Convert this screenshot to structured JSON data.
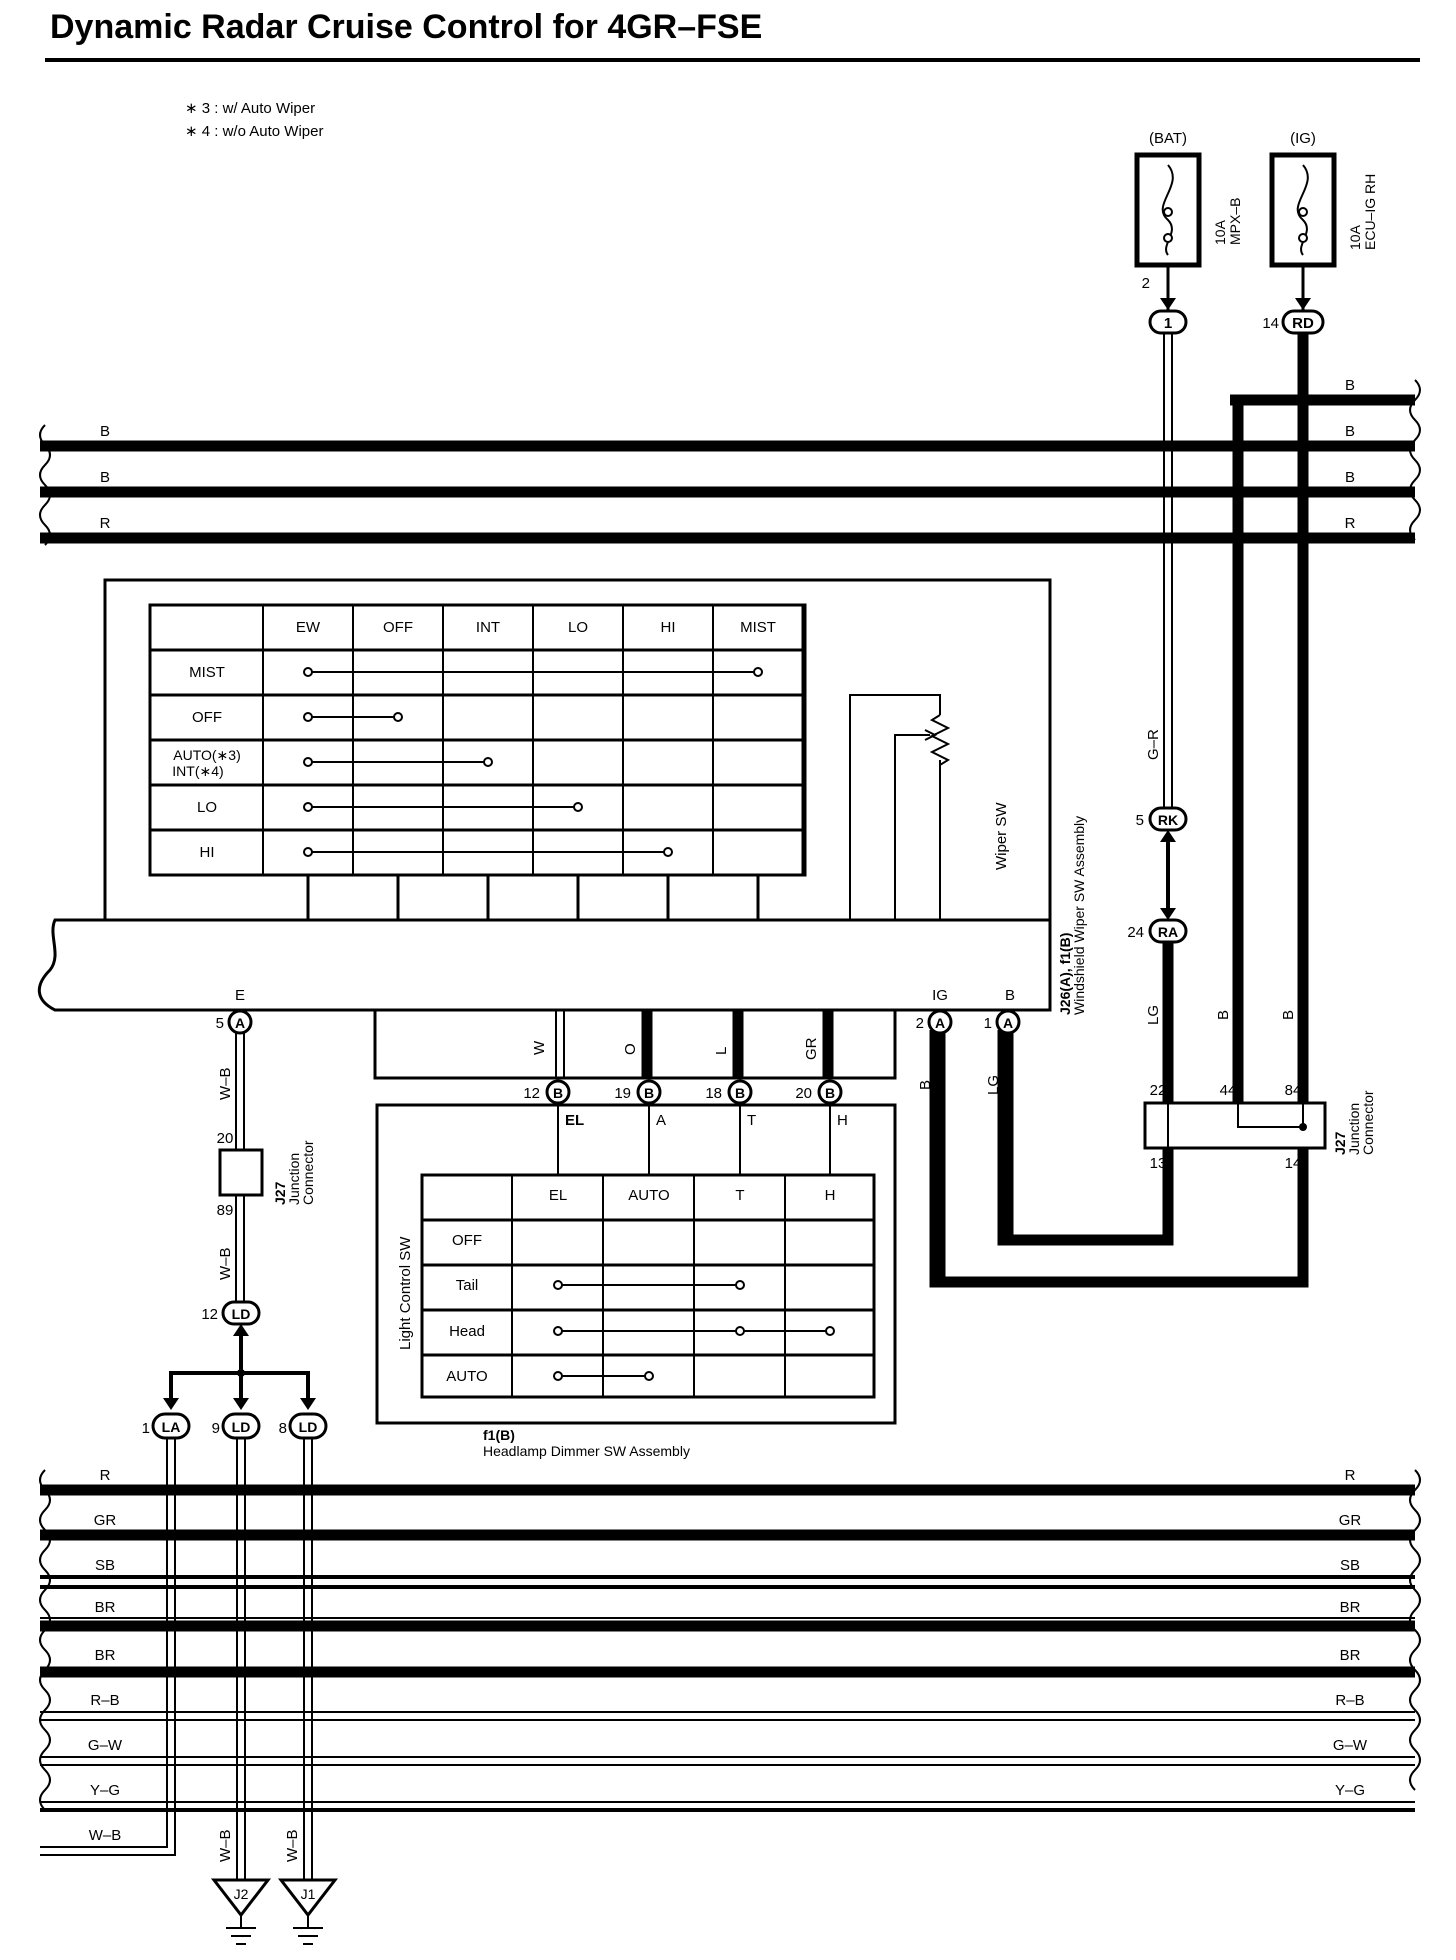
{
  "title": "Dynamic Radar Cruise Control for 4GR–FSE",
  "notes": [
    "∗ 3 : w/ Auto Wiper",
    "∗ 4 : w/o Auto Wiper"
  ],
  "fuses": [
    {
      "source": "(BAT)",
      "rating": "10A",
      "name": "MPX–B",
      "pin": "2",
      "connector": "1"
    },
    {
      "source": "(IG)",
      "rating": "10A",
      "name": "ECU–IG RH",
      "pin": "14",
      "connector": "RD"
    }
  ],
  "top_bus": [
    {
      "left": "B",
      "right": "B"
    },
    {
      "left": "B",
      "right": "B"
    },
    {
      "left": "R",
      "right": "R"
    }
  ],
  "top_bus_extra_right": "B",
  "wiper_table": {
    "columns": [
      "EW",
      "OFF",
      "INT",
      "LO",
      "HI",
      "MIST"
    ],
    "rows": [
      "MIST",
      "OFF",
      "AUTO(∗3)",
      "INT(∗4)",
      "LO",
      "HI"
    ]
  },
  "wiper_label": "Wiper SW",
  "assembly_label_1": "J26(A), f1(B)",
  "assembly_label_2": "Windshield Wiper SW Assembly",
  "wiper_pins": [
    {
      "name": "E",
      "pin": "5",
      "conn": "A",
      "wire": "W–B"
    },
    {
      "name": "IG",
      "pin": "2",
      "conn": "A",
      "wire": "B"
    },
    {
      "name": "B",
      "pin": "1",
      "conn": "A",
      "wire": "LG"
    }
  ],
  "wire_colors": [
    "W",
    "O",
    "L",
    "GR"
  ],
  "light_pins": [
    {
      "pin": "12",
      "conn": "B",
      "name": "EL"
    },
    {
      "pin": "19",
      "conn": "B",
      "name": "A"
    },
    {
      "pin": "18",
      "conn": "B",
      "name": "T"
    },
    {
      "pin": "20",
      "conn": "B",
      "name": "H"
    }
  ],
  "light_table": {
    "title": "Light Control SW",
    "columns": [
      "EL",
      "AUTO",
      "T",
      "H"
    ],
    "rows": [
      "OFF",
      "Tail",
      "Head",
      "AUTO"
    ]
  },
  "headlamp_label_1": "f1(B)",
  "headlamp_label_2": "Headlamp Dimmer SW Assembly",
  "right_harness": {
    "gr_wire": "G–R",
    "rk": {
      "pin": "5",
      "conn": "RK"
    },
    "ra": {
      "pin": "24",
      "conn": "RA"
    },
    "lg_wire": "LG",
    "b_wire": "B",
    "j27_pins": [
      "22",
      "44",
      "84",
      "13",
      "14"
    ],
    "j27_label": [
      "J27",
      "Junction",
      "Connector"
    ]
  },
  "left_j27": {
    "top": "20",
    "bottom": "89",
    "label": [
      "J27",
      "Junction",
      "Connector"
    ],
    "wire": "W–B"
  },
  "ld_top": {
    "pin": "12",
    "conn": "LD"
  },
  "ground_conns": [
    {
      "pin": "1",
      "conn": "LA"
    },
    {
      "pin": "9",
      "conn": "LD"
    },
    {
      "pin": "8",
      "conn": "LD"
    }
  ],
  "bottom_bus": [
    {
      "left": "R",
      "right": "R"
    },
    {
      "left": "GR",
      "right": "GR"
    },
    {
      "left": "SB",
      "right": "SB"
    },
    {
      "left": "BR",
      "right": "BR"
    },
    {
      "left": "BR",
      "right": "BR"
    },
    {
      "left": "R–B",
      "right": "R–B"
    },
    {
      "left": "G–W",
      "right": "G–W"
    },
    {
      "left": "Y–G",
      "right": "Y–G"
    },
    {
      "left": "W–B",
      "right": ""
    }
  ],
  "grounds": [
    {
      "wire": "W–B",
      "label": "J2"
    },
    {
      "wire": "W–B",
      "label": "J1"
    }
  ]
}
